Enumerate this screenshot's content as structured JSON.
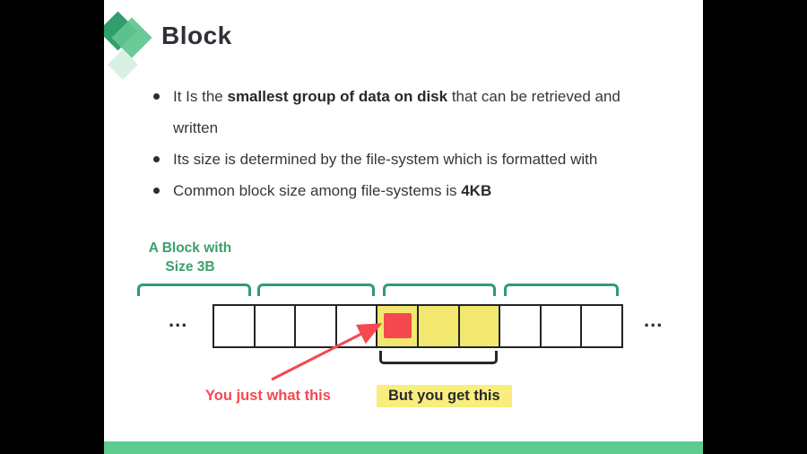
{
  "slide": {
    "title": "Block",
    "bullet_glyph": "●",
    "bullets": [
      {
        "lines": [
          [
            {
              "text": "It Is the ",
              "bold": false
            },
            {
              "text": "smallest group of data on disk",
              "bold": true
            },
            {
              "text": " that can be retrieved and",
              "bold": false
            }
          ],
          [
            {
              "text": "written",
              "bold": false
            }
          ]
        ]
      },
      {
        "lines": [
          [
            {
              "text": "Its size is determined by the file-system which is formatted with",
              "bold": false
            }
          ]
        ]
      },
      {
        "lines": [
          [
            {
              "text": "Common block size among file-systems is ",
              "bold": false
            },
            {
              "text": "4KB",
              "bold": true
            }
          ]
        ]
      }
    ],
    "diagram": {
      "block_label_line1": "A Block with",
      "block_label_line2": "Size 3B",
      "left_ellipsis": "...",
      "right_ellipsis": "...",
      "num_cells": 10,
      "yellow_cells": [
        4,
        5,
        6
      ],
      "red_square_cell": 4,
      "num_top_brackets": 4,
      "caption_arrow": "You just what this",
      "caption_highlight": "But you get this"
    },
    "colors": {
      "accent_green": "#2f9b74",
      "label_green": "#3aa06c",
      "bar_green": "#5ecb8f",
      "logo_green_dark": "#319e6e",
      "logo_green_light": "#60c58f",
      "logo_green_pale": "#d8f0e3",
      "cell_yellow": "#f2e86f",
      "highlight_yellow": "#f8ee7d",
      "red": "#f5484f",
      "text_dark": "#2d3136"
    }
  }
}
